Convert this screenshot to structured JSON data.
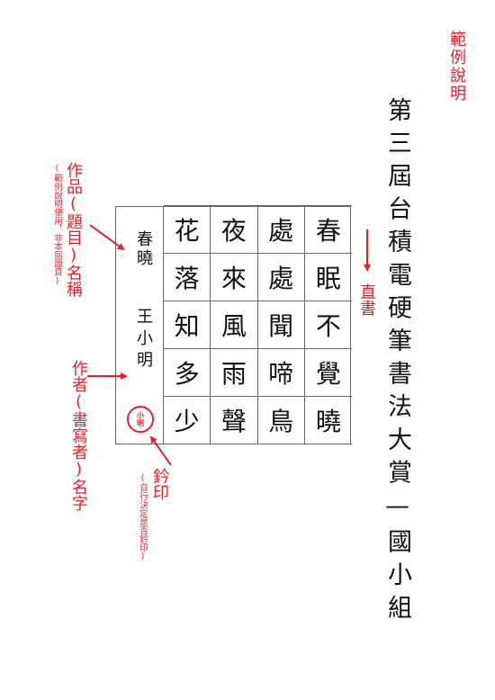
{
  "note_title": "範例說明",
  "main_title": "第三屆台積電硬筆書法大賞—國小組",
  "poem": {
    "title": "春曉",
    "author": "王小明",
    "columns": [
      "春眠不覺曉",
      "處處聞啼鳥",
      "夜來風雨聲",
      "花落知多少"
    ],
    "seal_text": [
      "小",
      "明"
    ]
  },
  "annotations": {
    "work_title": {
      "label": "作品(題目)名稱",
      "sub": "(範例說明使用，非本屆題目)"
    },
    "author": {
      "label": "作者(書寫者)名字"
    },
    "seal": {
      "label": "鈐印",
      "sub": "(自行決定是否鈐印)"
    },
    "vertical": {
      "label": "直書"
    }
  },
  "colors": {
    "accent": "#e8202a",
    "text": "#111111",
    "grid": "#666666"
  }
}
